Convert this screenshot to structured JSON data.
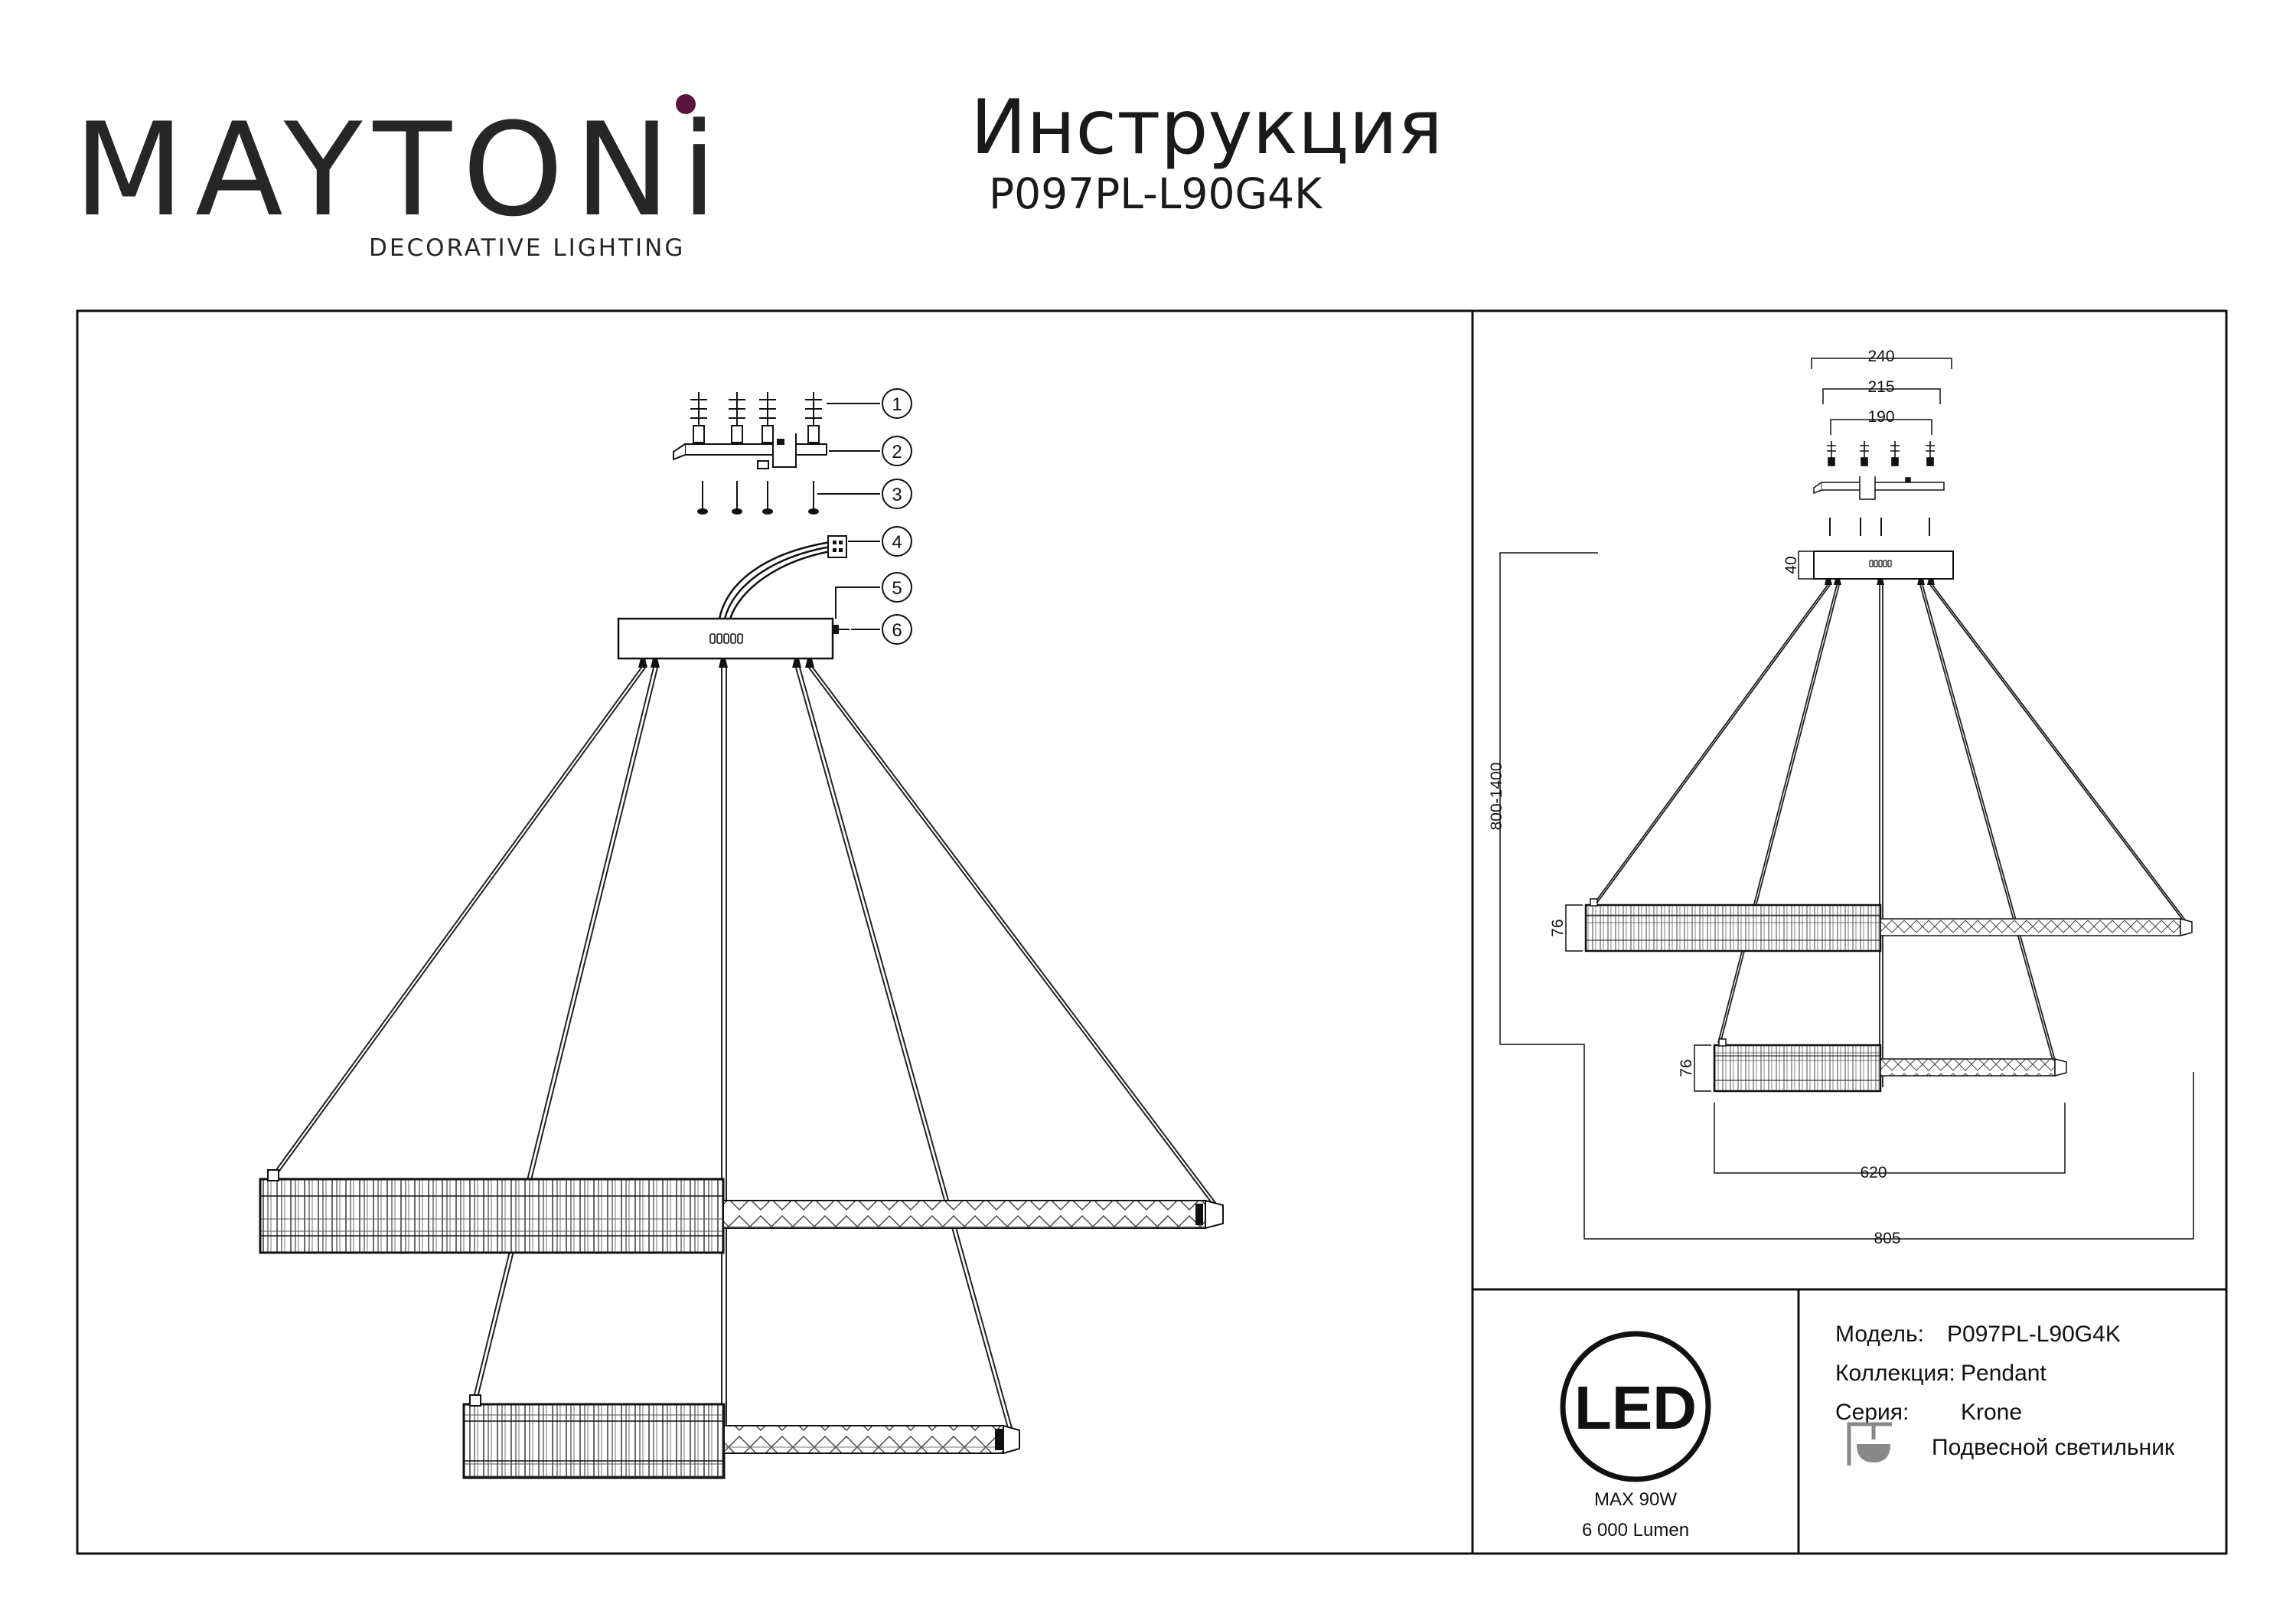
{
  "brand": {
    "name": "MAYTONi",
    "tagline": "DECORATIVE LIGHTING",
    "accent_color": "#5b1340"
  },
  "header": {
    "title": "Инструкция",
    "model": "P097PL-L90G4K"
  },
  "parts": {
    "callouts": [
      "1",
      "2",
      "3",
      "4",
      "5",
      "6"
    ]
  },
  "dimensions": {
    "width_outer": "240",
    "width_mid": "215",
    "width_inner": "190",
    "canopy_height": "40",
    "suspension_range": "800-1400",
    "ring_height_upper": "76",
    "ring_height_lower": "76",
    "diameter_small": "620",
    "diameter_large": "805"
  },
  "badge": {
    "led_text": "LED",
    "power": "MAX 90W",
    "lumen": "6 000 Lumen"
  },
  "specs": {
    "model_label": "Модель:",
    "model_value": "P097PL-L90G4K",
    "collection_label": "Коллекция:",
    "collection_value": "Pendant",
    "series_label": "Серия:",
    "series_value": "Krone",
    "type_value": "Подвесной светильник"
  },
  "icons": {
    "parts_callouts": "circled-number-icon",
    "lamp_type": "pendant-lamp-icon"
  }
}
